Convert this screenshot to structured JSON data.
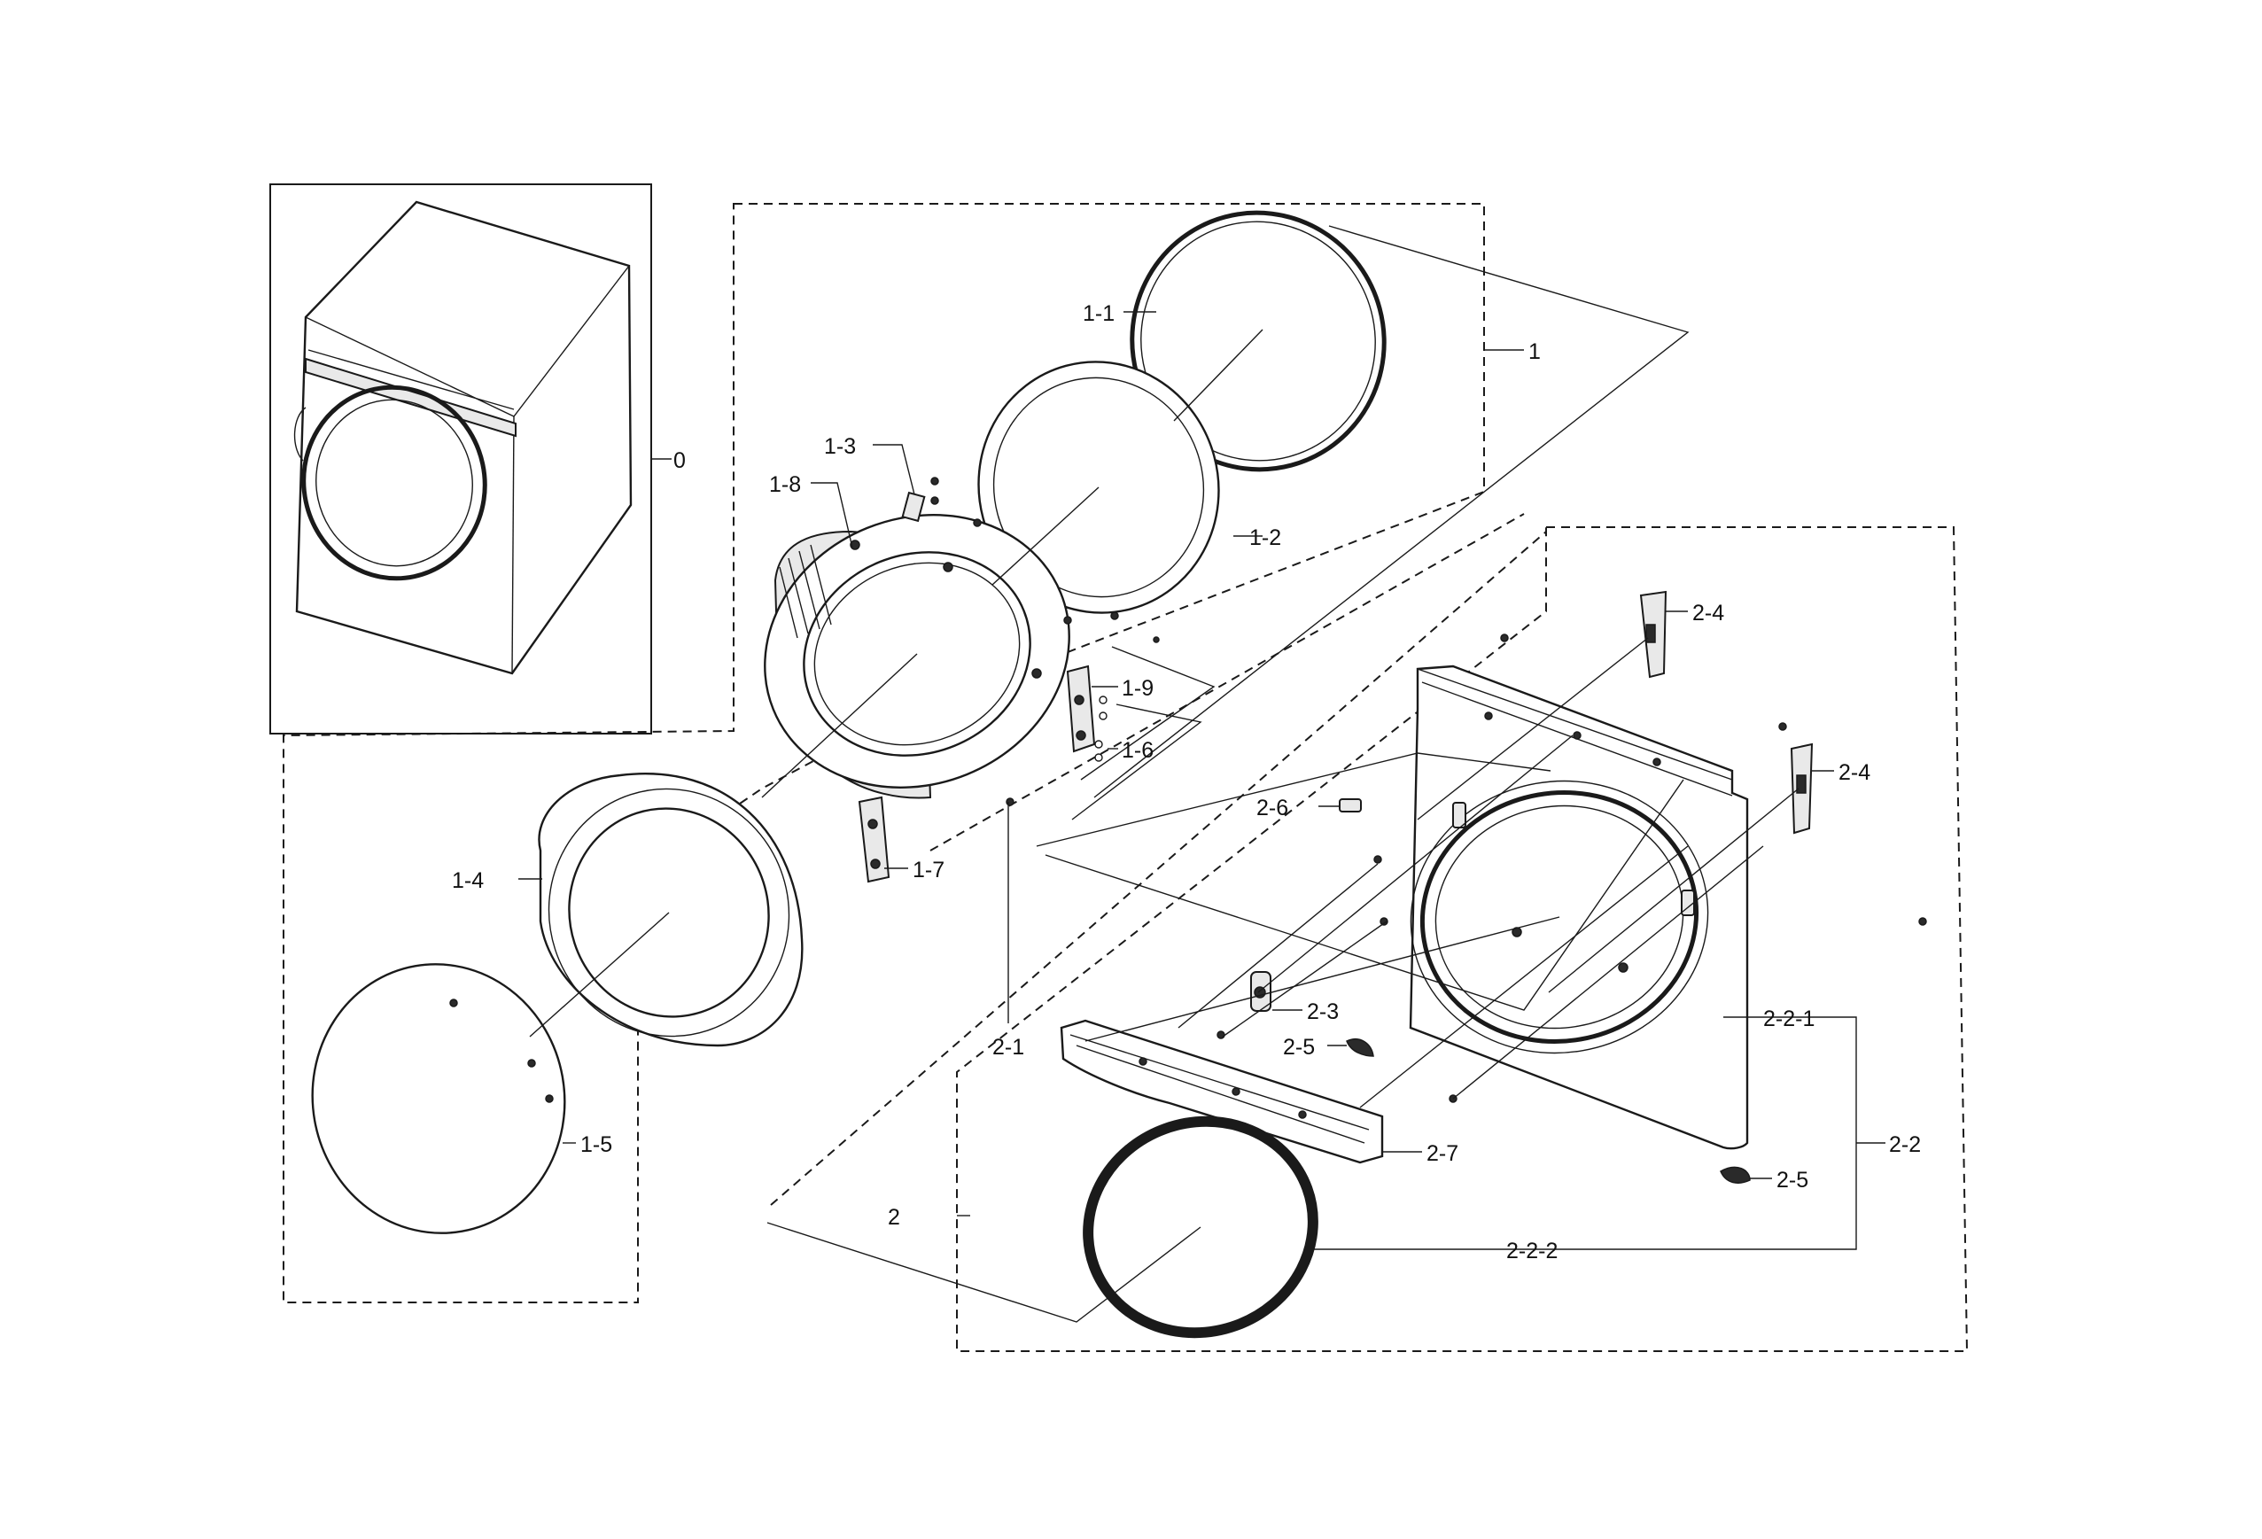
{
  "diagram": {
    "callouts": [
      {
        "id": "c0",
        "text": "0"
      },
      {
        "id": "c1",
        "text": "1"
      },
      {
        "id": "c1-1",
        "text": "1-1"
      },
      {
        "id": "c1-2",
        "text": "1-2"
      },
      {
        "id": "c1-3",
        "text": "1-3"
      },
      {
        "id": "c1-4",
        "text": "1-4"
      },
      {
        "id": "c1-5",
        "text": "1-5"
      },
      {
        "id": "c1-6",
        "text": "1-6"
      },
      {
        "id": "c1-7",
        "text": "1-7"
      },
      {
        "id": "c1-8",
        "text": "1-8"
      },
      {
        "id": "c1-9",
        "text": "1-9"
      },
      {
        "id": "c2",
        "text": "2"
      },
      {
        "id": "c2-1",
        "text": "2-1"
      },
      {
        "id": "c2-2",
        "text": "2-2"
      },
      {
        "id": "c2-2-1",
        "text": "2-2-1"
      },
      {
        "id": "c2-2-2",
        "text": "2-2-2"
      },
      {
        "id": "c2-3",
        "text": "2-3"
      },
      {
        "id": "c2-4a",
        "text": "2-4"
      },
      {
        "id": "c2-4b",
        "text": "2-4"
      },
      {
        "id": "c2-5a",
        "text": "2-5"
      },
      {
        "id": "c2-5b",
        "text": "2-5"
      },
      {
        "id": "c2-6",
        "text": "2-6"
      },
      {
        "id": "c2-7",
        "text": "2-7"
      }
    ]
  }
}
